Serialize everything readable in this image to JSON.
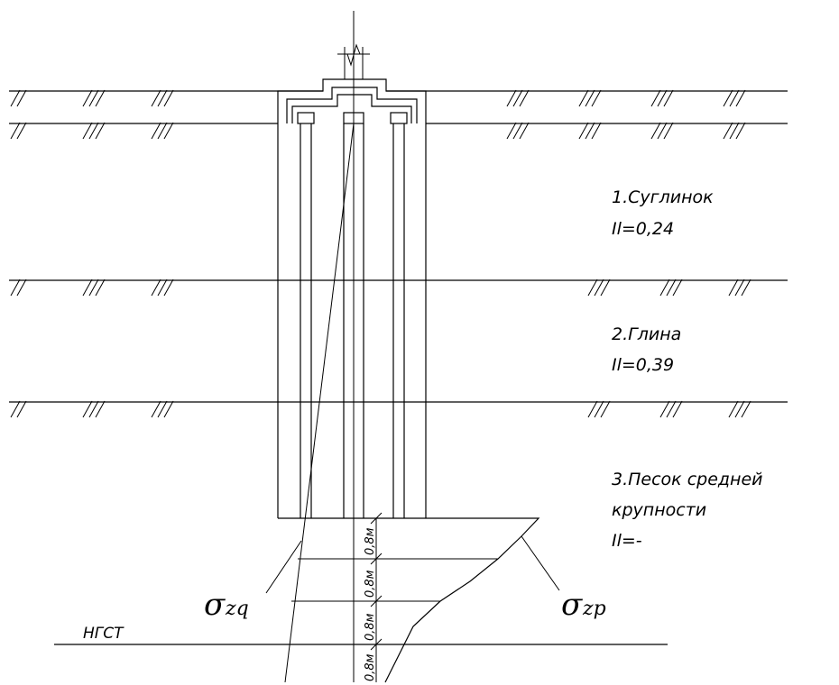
{
  "layers": [
    {
      "name": "1.Суглинок",
      "il": "Il=0,24"
    },
    {
      "name": "2.Глина",
      "il": "Il=0,39"
    },
    {
      "name_line1": "3.Песок средней",
      "name_line2": "крупности",
      "il": "Il=-"
    }
  ],
  "water_table_label": "НГСТ",
  "sigma_zq": {
    "symbol": "σ",
    "subscript": "zq"
  },
  "sigma_zp": {
    "symbol": "σ",
    "subscript": "zp"
  },
  "sublayer_dims": [
    "0,8м",
    "0,8м",
    "0,8м",
    "0,8м"
  ]
}
